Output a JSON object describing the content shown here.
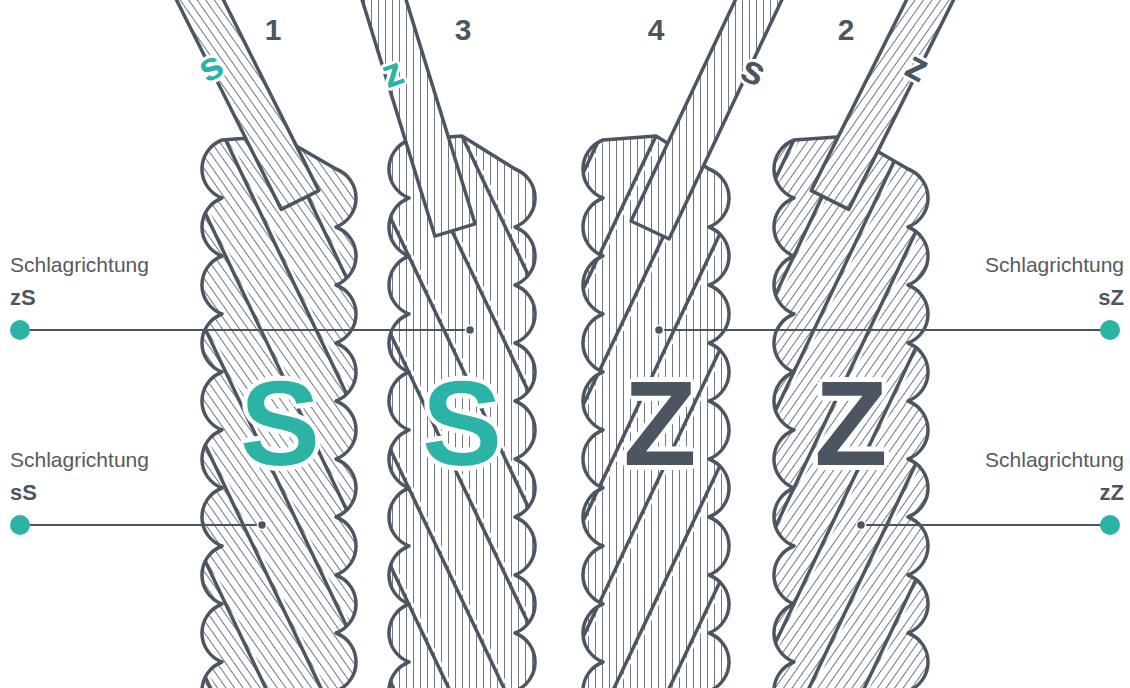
{
  "diagram": {
    "labels": [
      "1",
      "3",
      "4",
      "2",
      "s",
      "z",
      "s",
      "z",
      "S",
      "S",
      "Z",
      "Z",
      "Schlagrichtung",
      "zS",
      "Schlagrichtung",
      "sZ",
      "Schlagrichtung",
      "sS",
      "Schlagrichtung",
      "zZ"
    ]
  }
}
